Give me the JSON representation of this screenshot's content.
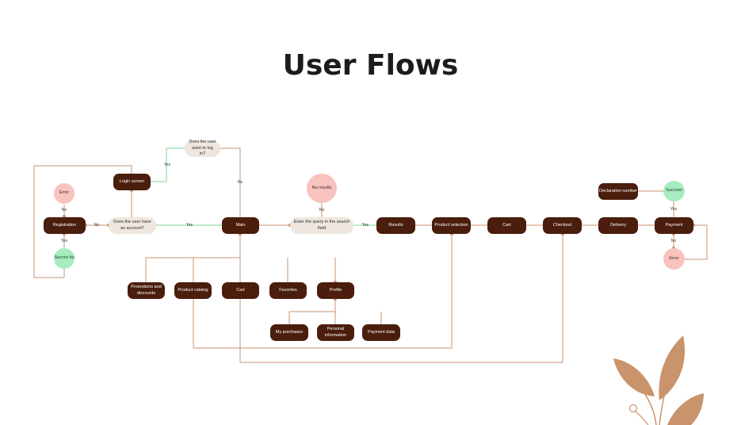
{
  "title": "User Flows",
  "nodes": {
    "registration": "Registration",
    "error_reg": "Error",
    "success_reg": "Succes ful",
    "login_screen": "Login screen",
    "has_account": "Does the user have an account?",
    "want_login": "Does the user want to log in?",
    "main": "Main",
    "no_results": "No results",
    "enter_query": "Enter the query in the search field",
    "results": "Results",
    "product_selection": "Product selection",
    "cart": "Cart",
    "checkout": "Checkout",
    "delivery": "Delivery",
    "payment": "Payment",
    "declaration_number": "Declaration number",
    "success_pay": "Success",
    "error_pay": "Error",
    "promotions": "Promotions and discounts",
    "catalog": "Product catalog",
    "cart_sub": "Cart",
    "favorites": "Favorites",
    "profile": "Profile",
    "my_purchases": "My purchases",
    "personal_info": "Personal information",
    "payment_data": "Payment data"
  },
  "labels": {
    "yes": "Yes",
    "no": "No"
  },
  "colors": {
    "dark_node": "#4a1d0c",
    "light_node": "#efe7df",
    "error": "#f8c2be",
    "success": "#a6ecc0",
    "connector": "#c9936c",
    "yes_line": "#7ed693",
    "leaf": "#c9936c"
  },
  "icons": [
    "leaf-decoration"
  ]
}
